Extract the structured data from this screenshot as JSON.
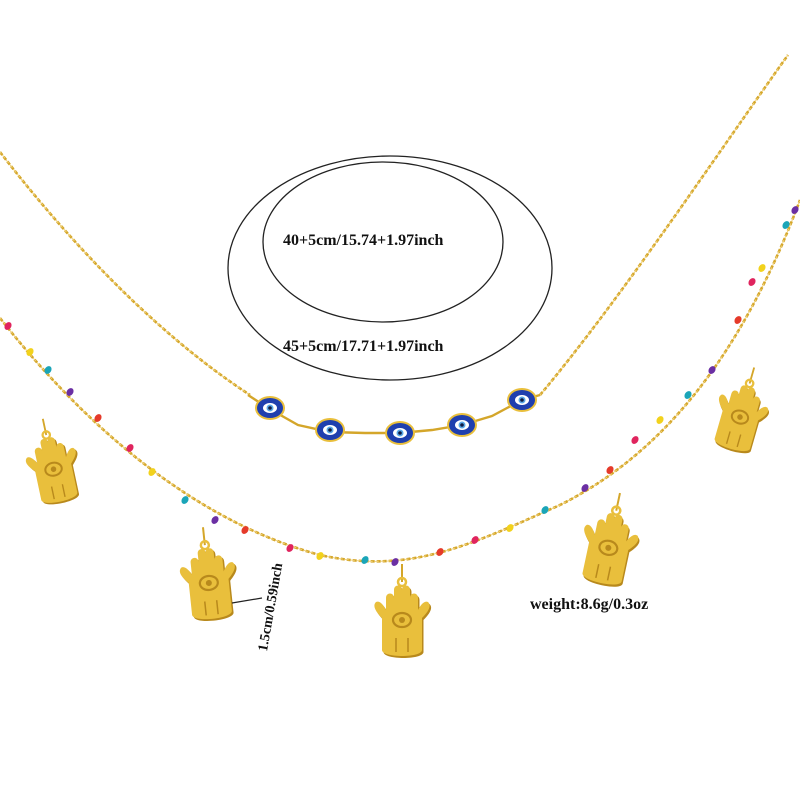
{
  "product": {
    "inner_length": "40+5cm/15.74+1.97inch",
    "outer_length": "45+5cm/17.71+1.97inch",
    "pendant_size": "1.5cm/0.59inch",
    "weight": "weight:8.6g/0.3oz"
  },
  "colors": {
    "chain": "#d4a62a",
    "charm_gold": "#e9bf3c",
    "charm_shadow": "#b8891c",
    "evil_eye_blue": "#1f3fae",
    "bead_colors": [
      "#e0245e",
      "#f2d21c",
      "#1aa5b8",
      "#6b2fa3",
      "#e53a2a"
    ]
  },
  "icons": [
    "hamsa-hand-icon",
    "evil-eye-bead-icon",
    "enamel-bead-icon"
  ]
}
